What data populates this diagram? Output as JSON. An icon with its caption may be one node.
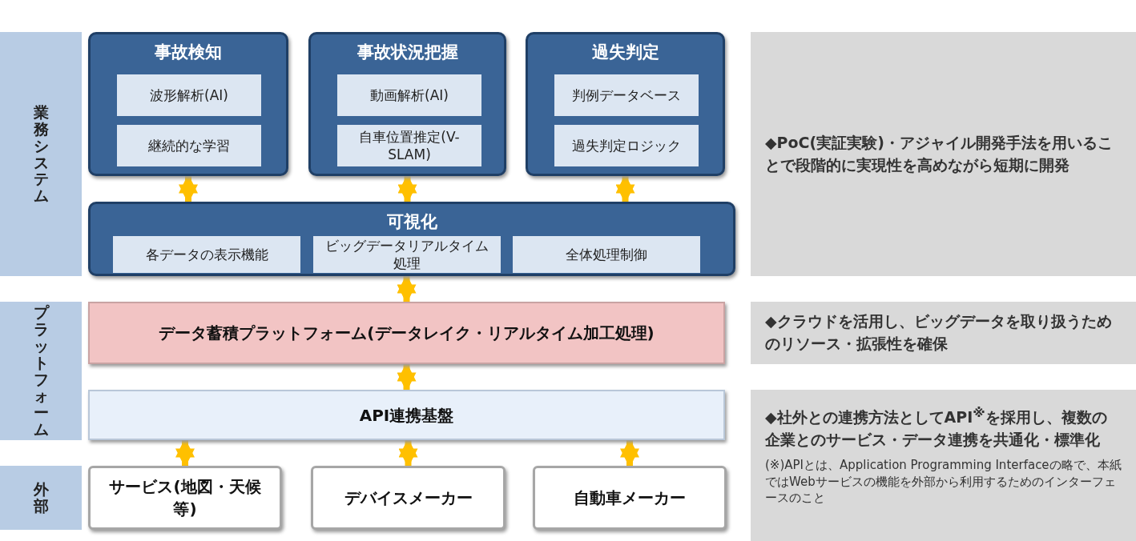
{
  "diagram": {
    "nodes": [
      {
        "text": [
          "業務システム"
        ]
      },
      {
        "text": [
          "事故検知"
        ]
      },
      {
        "text": [
          "波形解析(AI)"
        ],
        "in": 1
      },
      {
        "text": [
          "継続的な学習"
        ],
        "in": 1
      },
      {
        "text": [
          "事故状況把握"
        ]
      },
      {
        "text": [
          "動画解析(AI)"
        ],
        "in": 4
      },
      {
        "text": [
          "自車位置推定(V-SLAM)"
        ],
        "in": 4
      },
      {
        "text": [
          "過失判定"
        ]
      },
      {
        "text": [
          "判例データベース"
        ],
        "in": 7
      },
      {
        "text": [
          "過失判定ロジック"
        ],
        "in": 7
      },
      {
        "text": [
          "可視化"
        ]
      },
      {
        "text": [
          "各データの表示機能"
        ],
        "in": 10
      },
      {
        "text": [
          "ビッグデータリアルタイム処理"
        ],
        "in": 10
      },
      {
        "text": [
          "全体処理制御"
        ],
        "in": 10
      },
      {
        "text": [
          "◆PoC(実証実験)・アジャイル開発手法を用いることで段階的に実現性を高めながら短期に開発"
        ]
      },
      {
        "text": [
          "プラットフォーム"
        ]
      },
      {
        "text": [
          "データ蓄積プラットフォーム(データレイク・リアルタイム加工処理)"
        ]
      },
      {
        "text": [
          "◆クラウドを活用し、ビッグデータを取り扱うためのリソース・拡張性を確保"
        ]
      },
      {
        "text": [
          "API連携基盤"
        ]
      },
      {
        "text": [
          "◆社外との連携方法としてAPI$^{※}$を採用し、複数の企業とのサービス・データ連携を共通化・標準化",
          "(※)APIとは、Application Programming Interfaceの略で、本紙ではWebサービスの機能を外部から利用するためのインターフェースのこと"
        ]
      },
      {
        "text": [
          "外部"
        ]
      },
      {
        "text": [
          "サービス(地図・天候等)"
        ]
      },
      {
        "text": [
          "デバイスメーカー"
        ]
      },
      {
        "text": [
          "自動車メーカー"
        ]
      }
    ],
    "edges": [
      {
        "from": 1,
        "to": 10,
        "arrow": "both"
      },
      {
        "from": 4,
        "to": 10,
        "arrow": "both"
      },
      {
        "from": 7,
        "to": 10,
        "arrow": "both"
      },
      {
        "from": 10,
        "to": 16,
        "arrow": "both"
      },
      {
        "from": 16,
        "to": 18,
        "arrow": "both"
      },
      {
        "from": 18,
        "to": 21,
        "arrow": "both"
      },
      {
        "from": 18,
        "to": 22,
        "arrow": "both"
      },
      {
        "from": 18,
        "to": 23,
        "arrow": "both"
      }
    ]
  }
}
